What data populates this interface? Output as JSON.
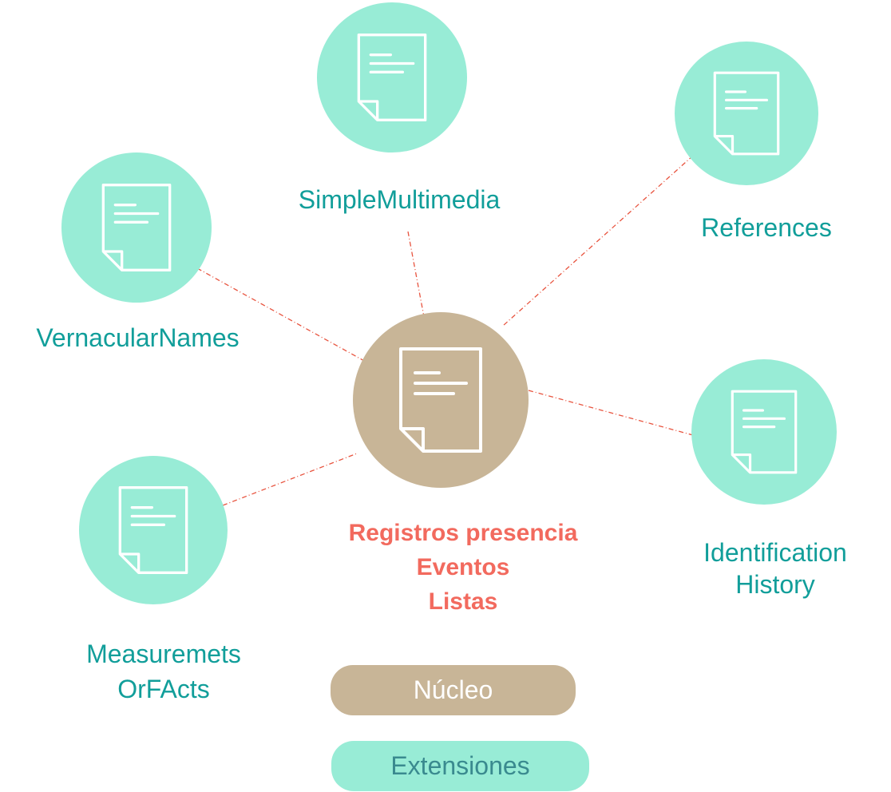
{
  "core": {
    "lines": [
      "Registros presencia",
      "Eventos",
      "Listas"
    ]
  },
  "extensions": [
    {
      "id": "simple-multimedia",
      "label": "SimpleMultimedia"
    },
    {
      "id": "references",
      "label": "References"
    },
    {
      "id": "vernacular-names",
      "label": "VernacularNames"
    },
    {
      "id": "identification-history",
      "label_lines": [
        "Identification",
        "History"
      ]
    },
    {
      "id": "measurements",
      "label_lines": [
        "Measuremets",
        "OrFActs"
      ]
    }
  ],
  "legend": {
    "core_label": "Núcleo",
    "extension_label": "Extensiones"
  },
  "colors": {
    "core": "#c8b597",
    "extension": "#98ecd6",
    "label_text": "#119e9a",
    "core_text": "#f26a5e",
    "link_line": "#e8543f",
    "icon_stroke": "#ffffff"
  },
  "icons": {
    "node_icon": "document-icon"
  }
}
